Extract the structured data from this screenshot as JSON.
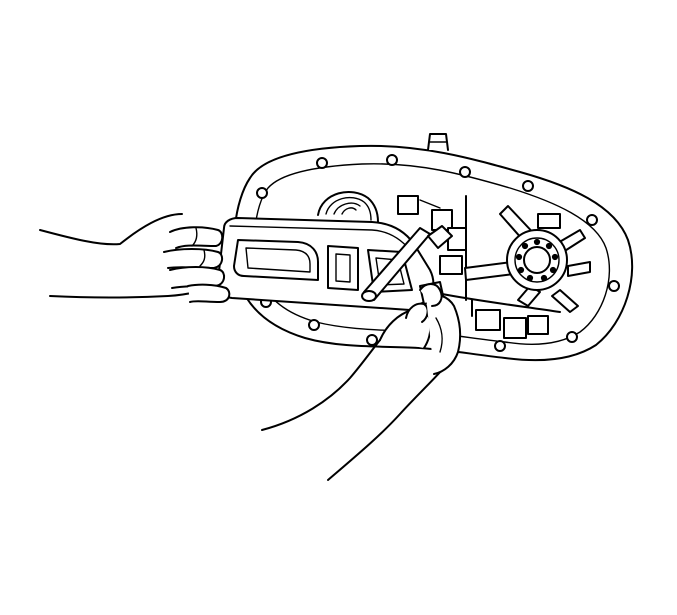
{
  "figure": {
    "kind": "line-art illustration",
    "colors": {
      "ink": "#000000",
      "paper": "#ffffff"
    },
    "parts": [
      "case-half",
      "case-flange-bolt-holes",
      "output-gear",
      "oil-pump-housing",
      "shift-rail",
      "left-hand",
      "right-hand"
    ]
  }
}
